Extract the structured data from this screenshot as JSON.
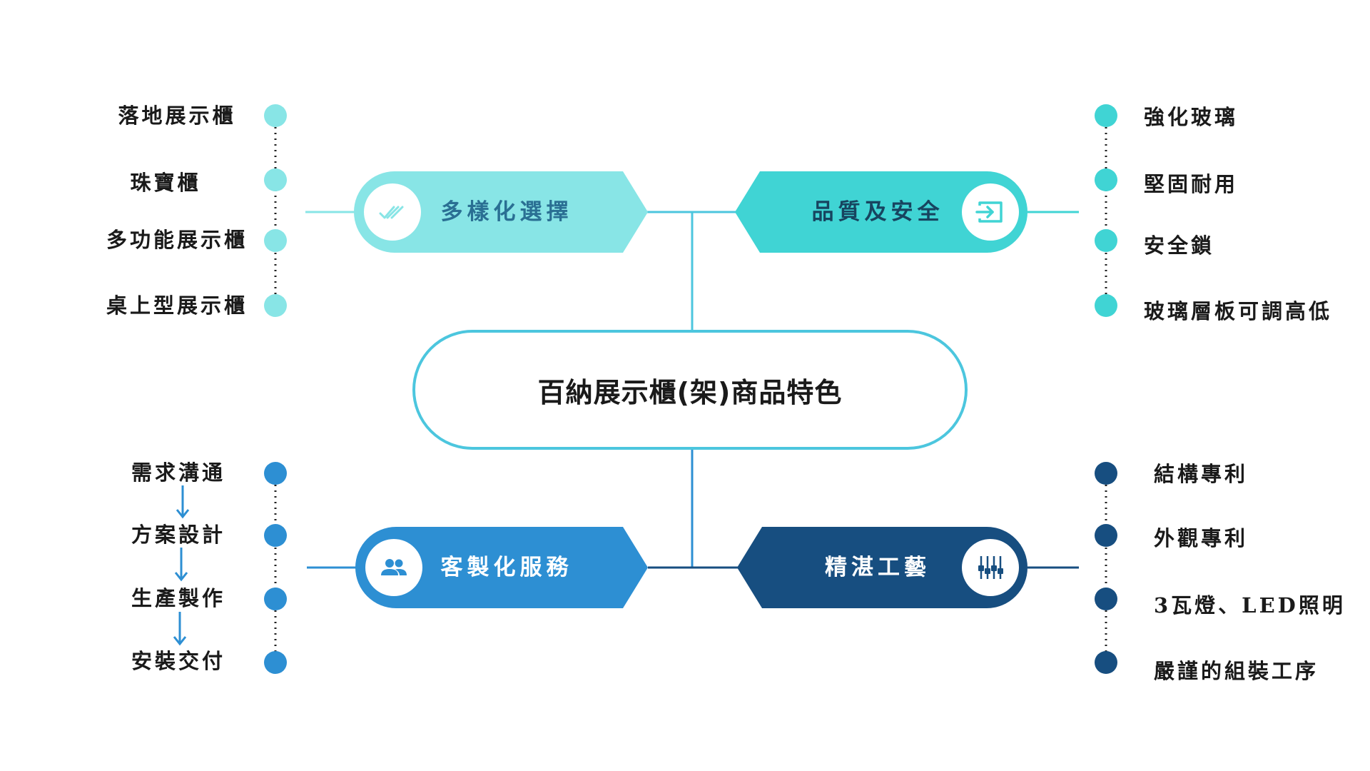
{
  "center_title": "百納展示櫃(架)商品特色",
  "colors": {
    "variety": "#88e5e6",
    "variety_text": "#2a6f93",
    "quality": "#40d4d4",
    "quality_text": "#17445f",
    "custom": "#2d8fd3",
    "craft": "#174e80",
    "light_text": "#ffffff",
    "connector": "#4cc6de"
  },
  "branches": {
    "variety": {
      "label": "多樣化選擇",
      "icon": "double-check-icon",
      "items": [
        "落地展示櫃",
        "珠寶櫃",
        "多功能展示櫃",
        "桌上型展示櫃"
      ]
    },
    "quality": {
      "label": "品質及安全",
      "icon": "input-arrow-icon",
      "items": [
        "強化玻璃",
        "堅固耐用",
        "安全鎖",
        "玻璃層板可調高低"
      ]
    },
    "custom": {
      "label": "客製化服務",
      "icon": "people-icon",
      "items": [
        "需求溝通",
        "方案設計",
        "生產製作",
        "安裝交付"
      ]
    },
    "craft": {
      "label": "精湛工藝",
      "icon": "sliders-icon",
      "items": [
        "結構專利",
        "外觀專利",
        "3瓦燈、LED照明",
        "嚴謹的組裝工序"
      ]
    }
  }
}
